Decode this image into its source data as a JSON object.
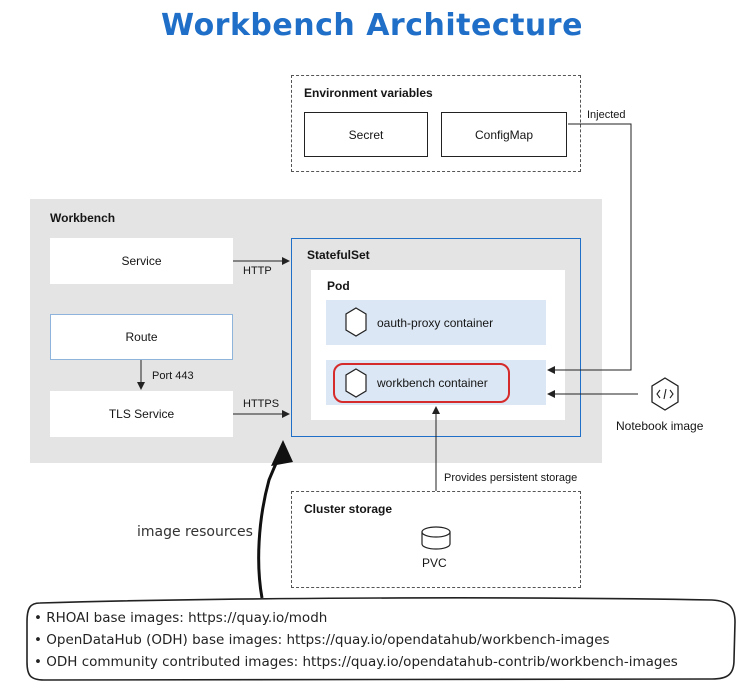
{
  "title": "Workbench Architecture",
  "env": {
    "label": "Environment variables",
    "secret": "Secret",
    "configmap": "ConfigMap",
    "injected": "Injected"
  },
  "workbench": {
    "label": "Workbench",
    "service": "Service",
    "http": "HTTP",
    "route": "Route",
    "port": "Port 443",
    "tls": "TLS Service",
    "https": "HTTPS"
  },
  "statefulset": {
    "label": "StatefulSet",
    "pod": "Pod",
    "oauth": "oauth-proxy container",
    "workbench_container": "workbench container"
  },
  "notebook": {
    "label": "Notebook image",
    "icon": "code-icon"
  },
  "storage": {
    "label": "Cluster storage",
    "pvc": "PVC",
    "provides": "Provides persistent storage"
  },
  "annotation": {
    "label": "image resources",
    "items": [
      "• RHOAI base images: https://quay.io/modh",
      "• OpenDataHub (ODH) base images: https://quay.io/opendatahub/workbench-images",
      "• ODH community contributed images: https://quay.io/opendatahub-contrib/workbench-images"
    ]
  },
  "colors": {
    "title": "#1f6fc8",
    "statefulset_border": "#1f6fc8",
    "highlight": "#d62b2b",
    "pod_container": "#dbe7f4"
  }
}
